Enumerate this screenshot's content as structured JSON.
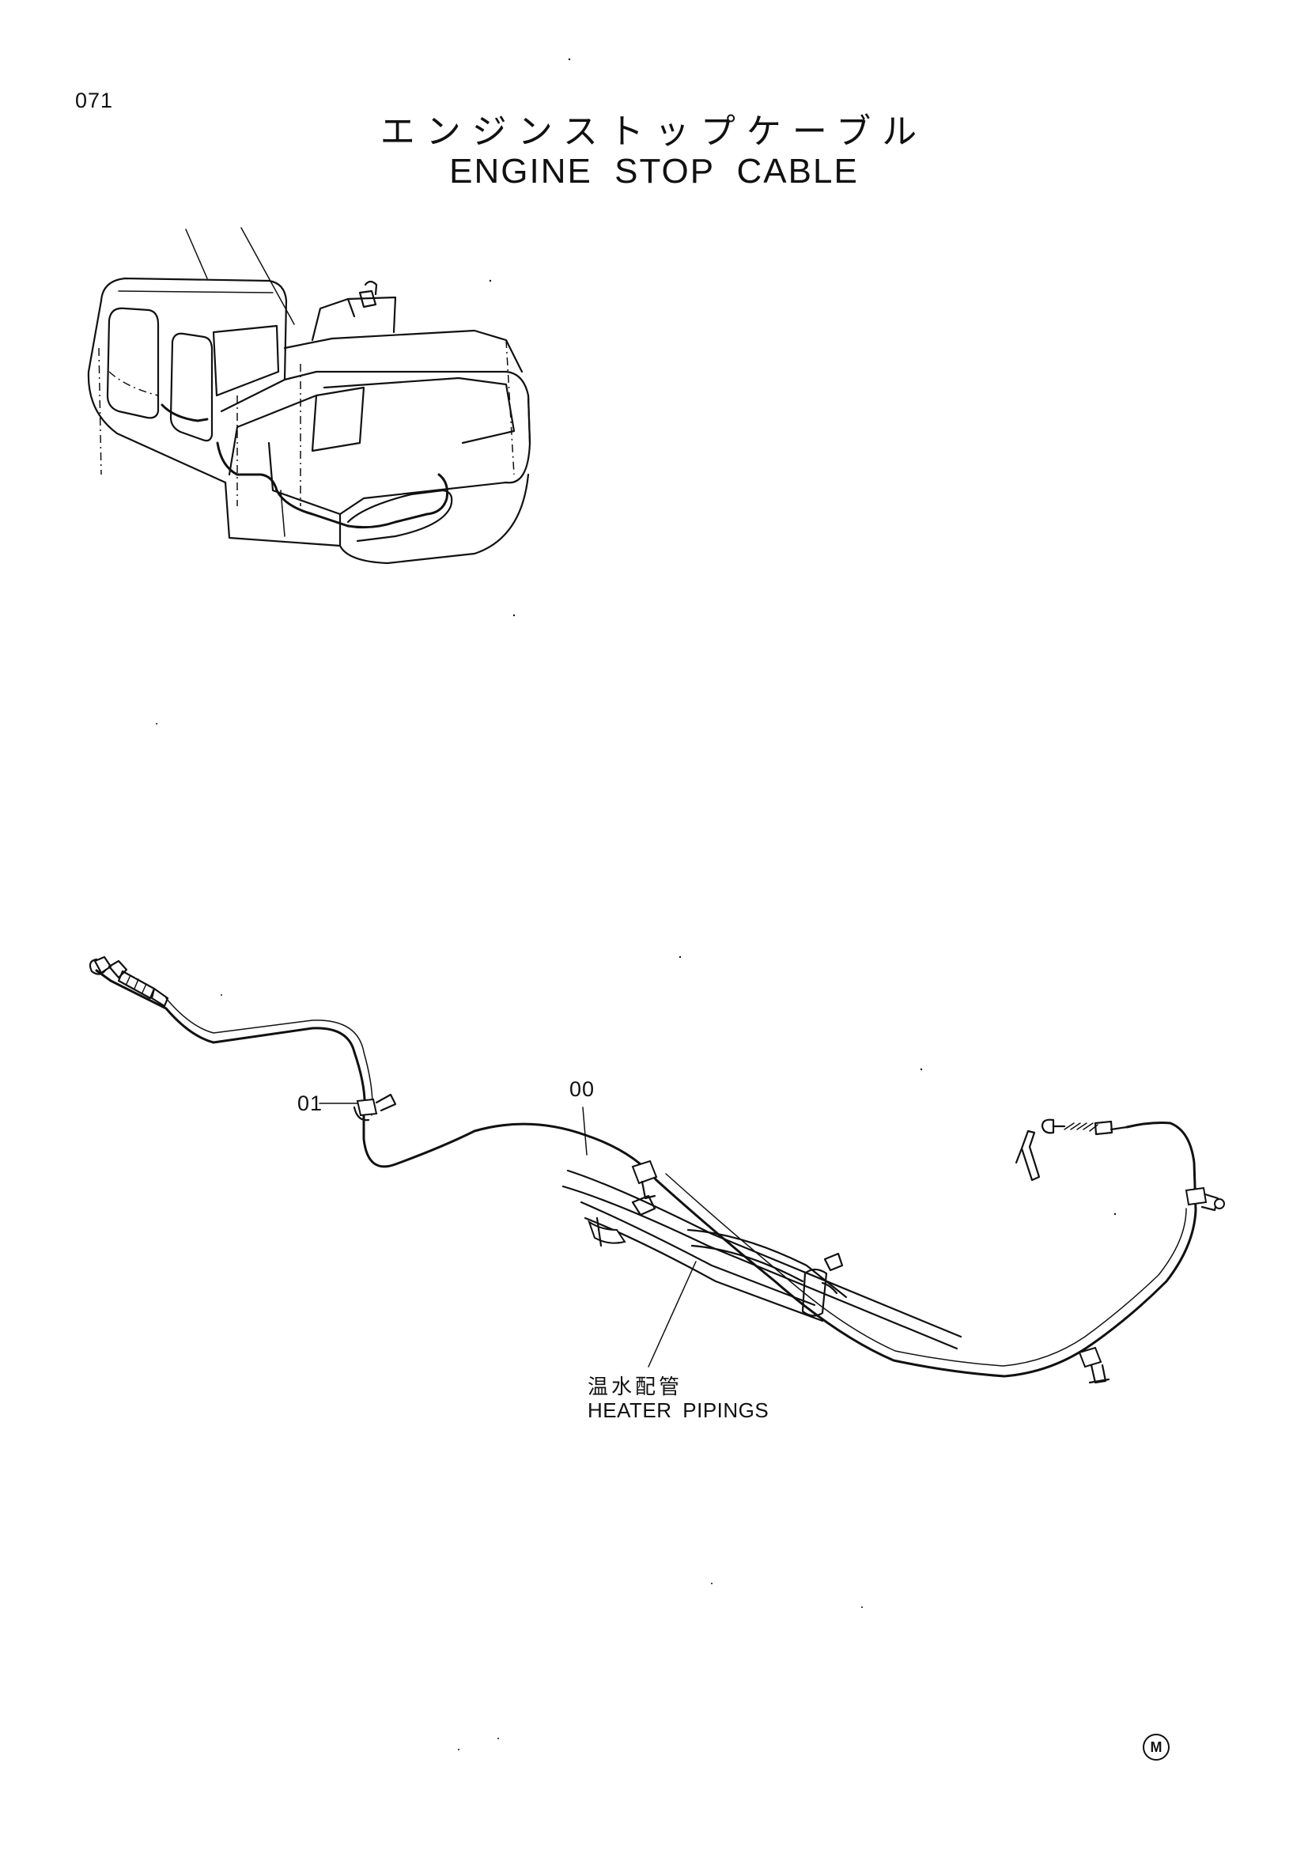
{
  "page": {
    "number": "071"
  },
  "title": {
    "japanese": "エンジンストップケーブル",
    "english": "ENGINE STOP CABLE"
  },
  "callouts": {
    "part_01": "01",
    "part_00": "00"
  },
  "heater_label": {
    "japanese": "温水配管",
    "english": "HEATER PIPINGS"
  },
  "footer": {
    "mark": "M"
  }
}
